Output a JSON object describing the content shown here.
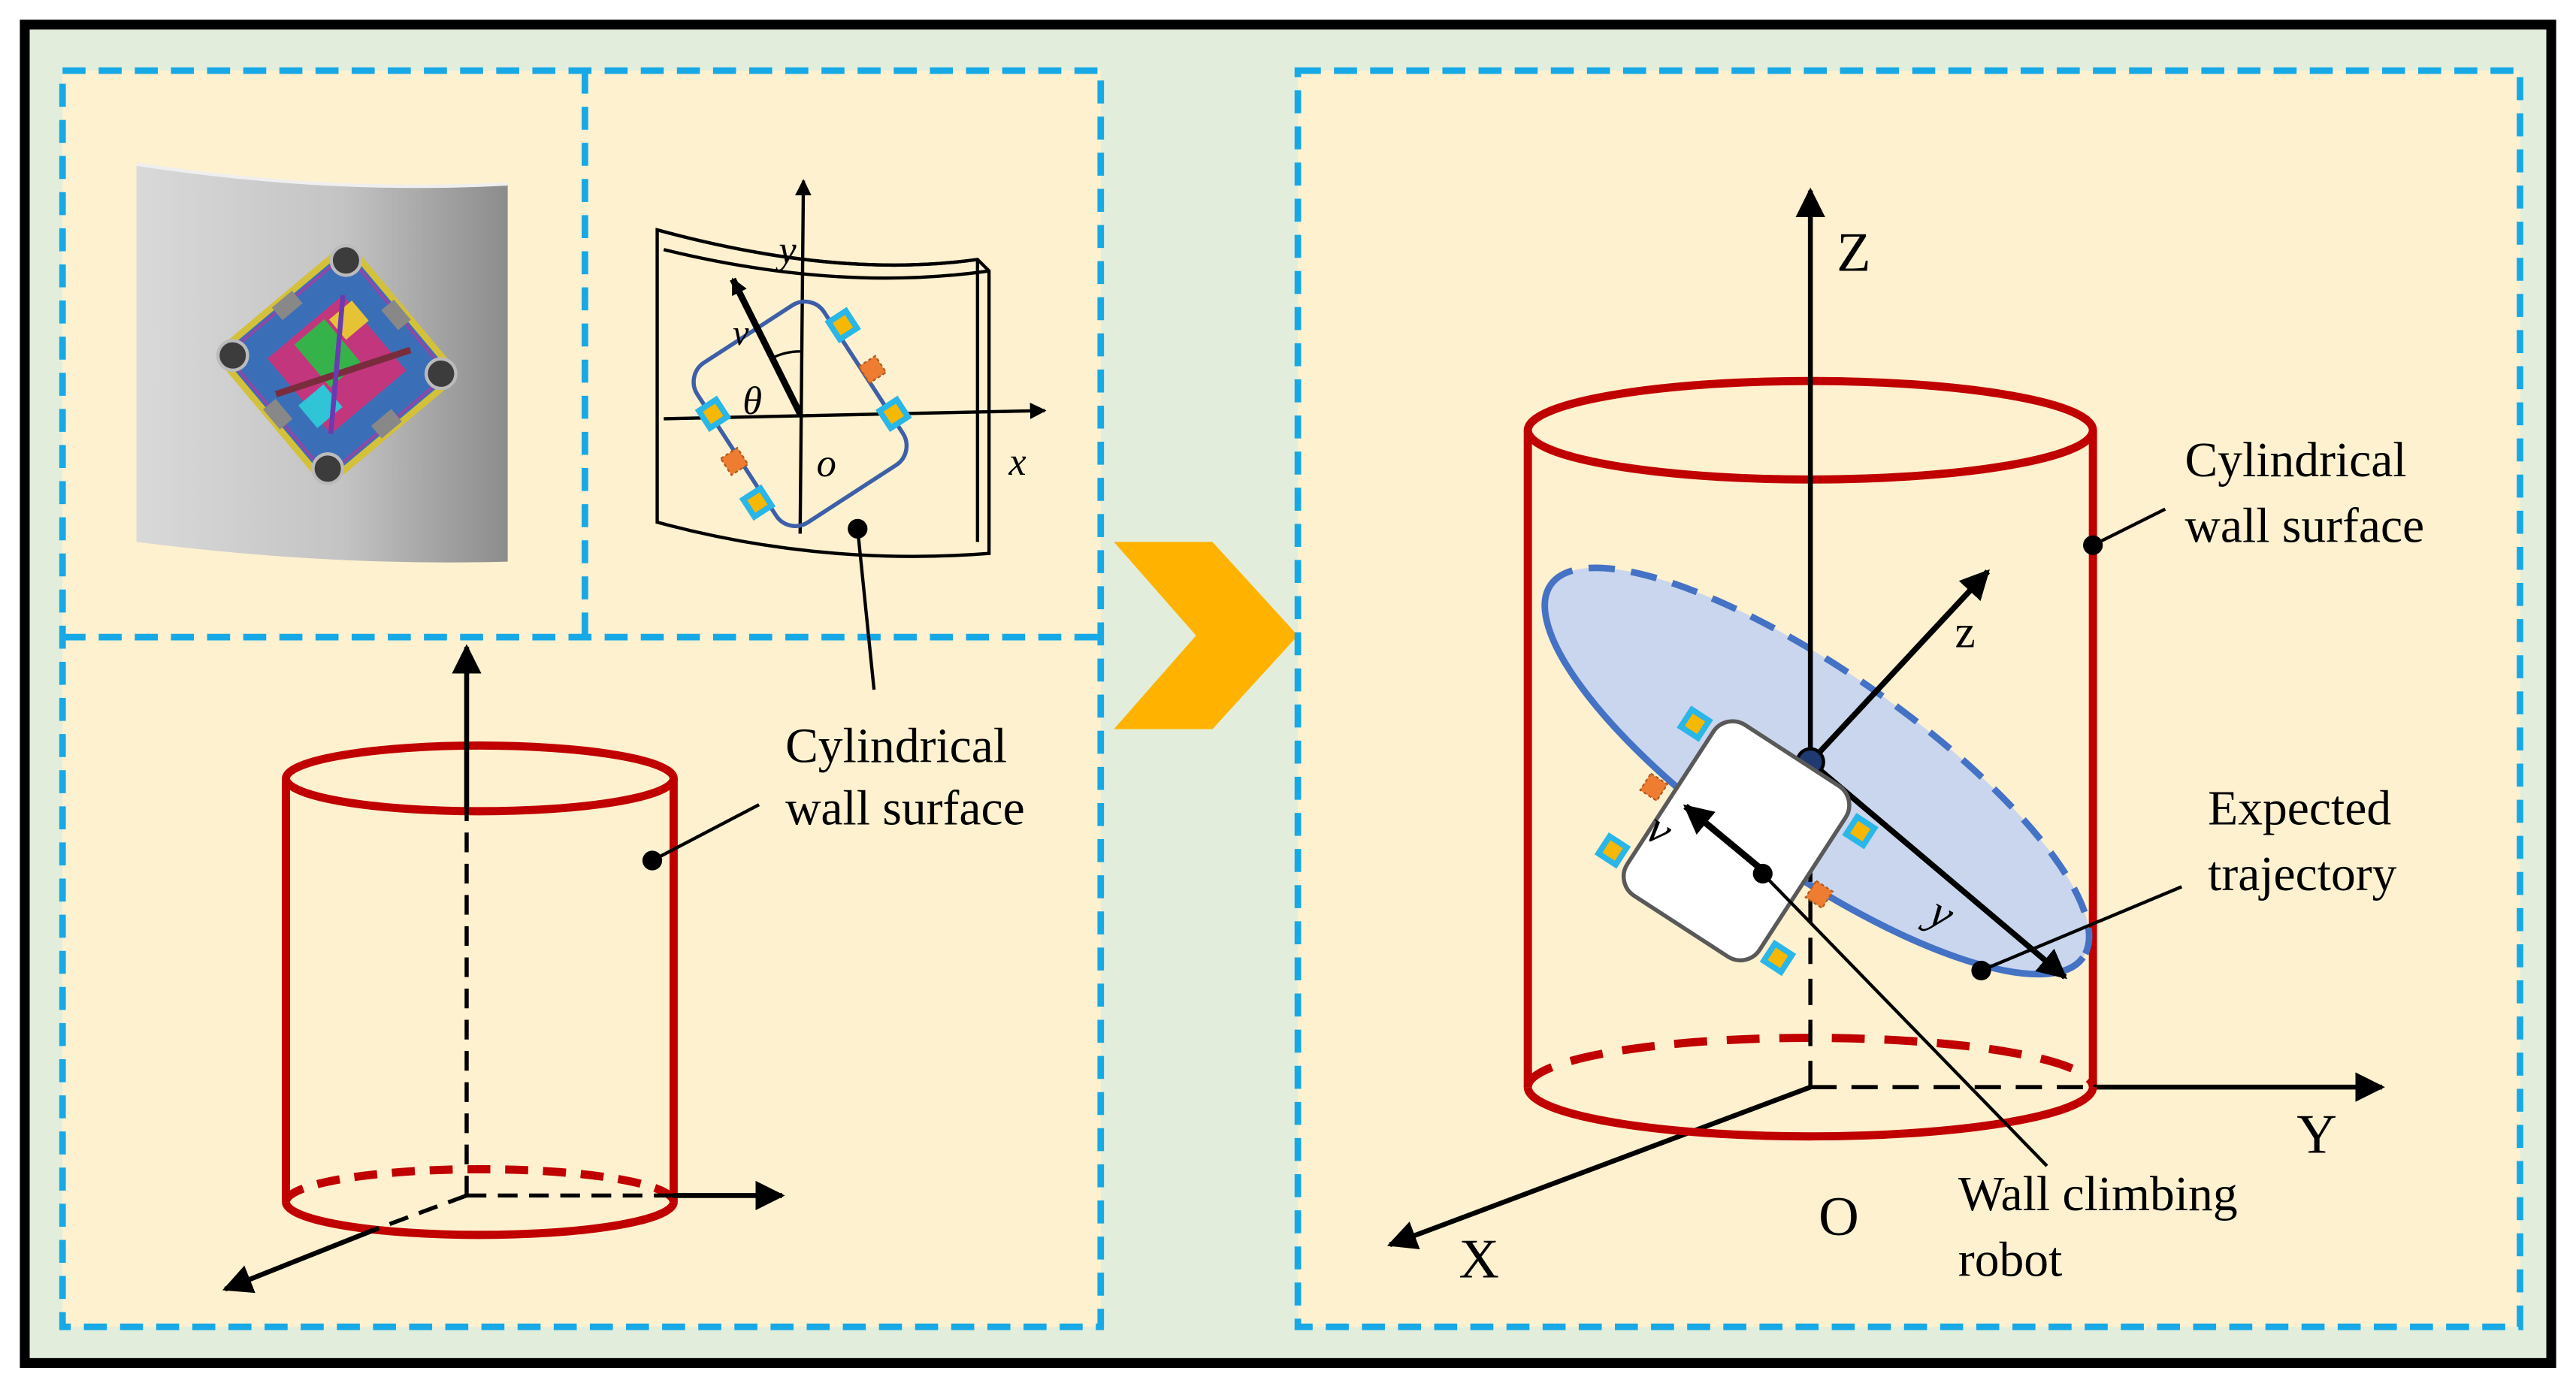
{
  "colors": {
    "frame": "#000000",
    "outer_bg": "#e2eedb",
    "panel_bg": "#fef1cf",
    "dashed_border": "#17a8e6",
    "cylinder": "#c00000",
    "arrow": "#ffb300",
    "ellipse_fill": "#c9d6ee",
    "ellipse_stroke": "#4472c4",
    "sensor_blue": "#29b6e8",
    "sensor_yellow": "#f6b800",
    "sensor_orange": "#ee7d31",
    "wall_gray_light": "#d8d8d8",
    "wall_gray_dark": "#8e8e8e"
  },
  "left_panel": {
    "robot_render": {
      "icon": "wall-climbing-robot-3d-render"
    },
    "wall_sketch": {
      "axis_x": "x",
      "axis_y": "y",
      "origin": "o",
      "angle": "θ",
      "velocity": "v"
    },
    "label_wall": {
      "line1": "Cylindrical",
      "line2": "wall surface"
    }
  },
  "right_panel": {
    "axis_Z": "Z",
    "axis_Y": "Y",
    "axis_X": "X",
    "origin": "O",
    "local_z": "z",
    "local_y": "y",
    "velocity": "v",
    "label_wall": {
      "line1": "Cylindrical",
      "line2": "wall surface"
    },
    "label_trajectory": {
      "line1": "Expected",
      "line2": "trajectory"
    },
    "label_robot": {
      "line1": "Wall climbing",
      "line2": "robot"
    }
  }
}
